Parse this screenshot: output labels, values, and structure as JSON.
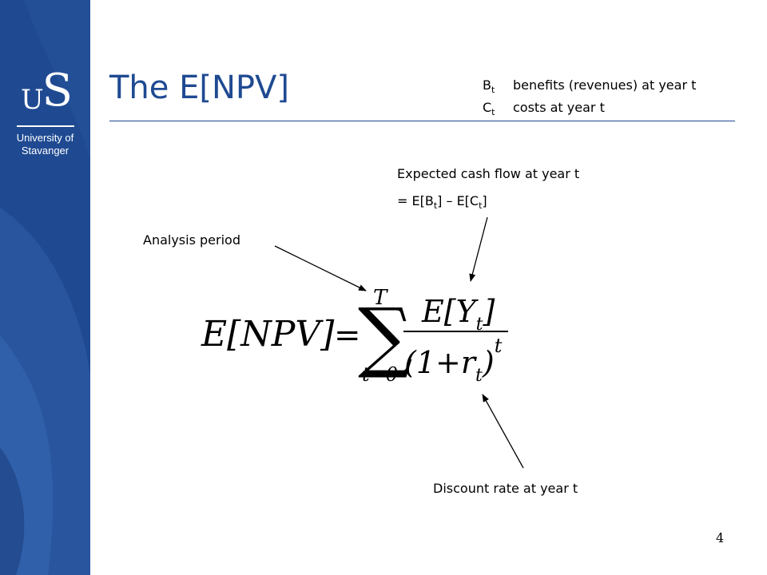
{
  "logo": {
    "mark": "S",
    "mark_sub": "U",
    "line1": "University of",
    "line2": "Stavanger"
  },
  "title": "The E[NPV]",
  "legend": [
    {
      "symbol": "B",
      "sub": "t",
      "text": "benefits (revenues) at year t"
    },
    {
      "symbol": "C",
      "sub": "t",
      "text": "costs at year t"
    }
  ],
  "annotations": {
    "cash_flow": "Expected cash flow at year t",
    "cash_flow_def": {
      "p1": "= E[B",
      "s1": "t",
      "p2": "] – E[C",
      "s2": "t",
      "p3": "]"
    },
    "analysis_period": "Analysis period",
    "discount_rate": "Discount rate at year t"
  },
  "equation": {
    "lhs": "E[NPV]",
    "equals": "=",
    "sum_upper": "T",
    "sum_lower": "t=0",
    "numerator": "E[Y",
    "numerator_sub": "t",
    "numerator_close": "]",
    "denominator": "(1+r",
    "denominator_sub": "t",
    "denominator_close": ")",
    "exponent": "t"
  },
  "page_number": "4",
  "colors": {
    "brand": "#1f4a92",
    "brand_light": "#2f5ea8"
  }
}
